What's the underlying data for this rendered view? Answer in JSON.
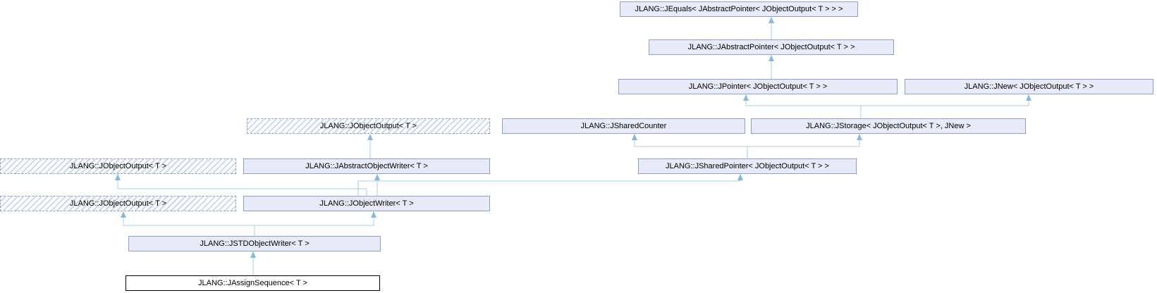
{
  "diagram": {
    "type": "class-inheritance-graph",
    "background": "#ffffff",
    "colors": {
      "node_fill": "#e8ebf7",
      "node_border": "#8da0c9",
      "dashed_hatch": "#ccd7e8",
      "focus_border": "#000000",
      "edge_line": "#a8cfe0",
      "arrowhead": "#86b8d8",
      "text": "#000000"
    },
    "nodes": [
      {
        "id": "jequals",
        "label": "JLANG::JEquals< JAbstractPointer< JObjectOutput< T > > >",
        "style": "solid"
      },
      {
        "id": "jabstractpointer",
        "label": "JLANG::JAbstractPointer< JObjectOutput< T > >",
        "style": "solid"
      },
      {
        "id": "jpointer",
        "label": "JLANG::JPointer< JObjectOutput< T > >",
        "style": "solid"
      },
      {
        "id": "jnew",
        "label": "JLANG::JNew< JObjectOutput< T > >",
        "style": "solid"
      },
      {
        "id": "jobjectoutput-a",
        "label": "JLANG::JObjectOutput< T >",
        "style": "dashed"
      },
      {
        "id": "jsharedcounter",
        "label": "JLANG::JSharedCounter",
        "style": "solid"
      },
      {
        "id": "jstorage",
        "label": "JLANG::JStorage< JObjectOutput< T >, JNew >",
        "style": "solid"
      },
      {
        "id": "jobjectoutput-b",
        "label": "JLANG::JObjectOutput< T >",
        "style": "dashed"
      },
      {
        "id": "jabstractobjectwriter",
        "label": "JLANG::JAbstractObjectWriter< T >",
        "style": "solid"
      },
      {
        "id": "jsharedpointer",
        "label": "JLANG::JSharedPointer< JObjectOutput< T > >",
        "style": "solid"
      },
      {
        "id": "jobjectoutput-c",
        "label": "JLANG::JObjectOutput< T >",
        "style": "dashed"
      },
      {
        "id": "jobjectwriter",
        "label": "JLANG::JObjectWriter< T >",
        "style": "solid"
      },
      {
        "id": "jstdobjectwriter",
        "label": "JLANG::JSTDObjectWriter< T >",
        "style": "solid"
      },
      {
        "id": "jassignsequence",
        "label": "JLANG::JAssignSequence< T >",
        "style": "focus"
      }
    ],
    "edges": [
      {
        "from": "jabstractpointer",
        "to": "jequals"
      },
      {
        "from": "jpointer",
        "to": "jabstractpointer"
      },
      {
        "from": "jstorage",
        "to": "jpointer"
      },
      {
        "from": "jstorage",
        "to": "jnew"
      },
      {
        "from": "jsharedpointer",
        "to": "jsharedcounter"
      },
      {
        "from": "jsharedpointer",
        "to": "jstorage"
      },
      {
        "from": "jabstractobjectwriter",
        "to": "jobjectoutput-a"
      },
      {
        "from": "jobjectwriter",
        "to": "jobjectoutput-b"
      },
      {
        "from": "jobjectwriter",
        "to": "jabstractobjectwriter"
      },
      {
        "from": "jobjectwriter",
        "to": "jsharedpointer"
      },
      {
        "from": "jstdobjectwriter",
        "to": "jobjectoutput-c"
      },
      {
        "from": "jstdobjectwriter",
        "to": "jobjectwriter"
      },
      {
        "from": "jassignsequence",
        "to": "jstdobjectwriter"
      }
    ]
  }
}
